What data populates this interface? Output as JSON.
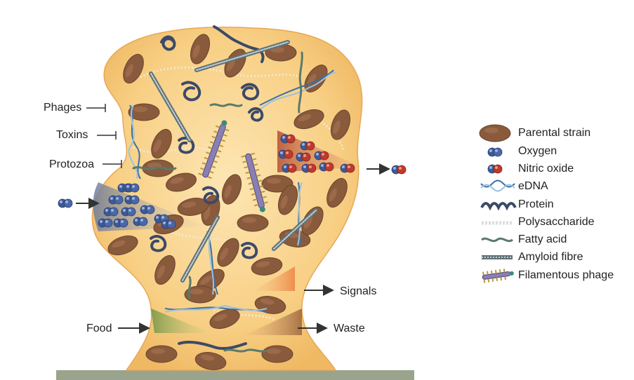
{
  "inhibitors": {
    "phages": "Phages",
    "toxins": "Toxins",
    "protozoa": "Protozoa"
  },
  "flows": {
    "food": "Food",
    "signals": "Signals",
    "waste": "Waste"
  },
  "legend": {
    "items": [
      {
        "label": "Parental strain",
        "icon": "brown-ellipse-icon"
      },
      {
        "label": "Oxygen",
        "icon": "oxygen-molecule-icon"
      },
      {
        "label": "Nitric oxide",
        "icon": "nitric-oxide-molecule-icon"
      },
      {
        "label": "eDNA",
        "icon": "double-helix-icon"
      },
      {
        "label": "Protein",
        "icon": "coiled-protein-icon"
      },
      {
        "label": "Polysaccharide",
        "icon": "bead-chain-icon"
      },
      {
        "label": "Fatty acid",
        "icon": "wavy-strand-icon"
      },
      {
        "label": "Amyloid fibre",
        "icon": "fibre-rod-icon"
      },
      {
        "label": "Filamentous phage",
        "icon": "filamentous-phage-icon"
      }
    ]
  },
  "colors": {
    "matrix": "#f6c878",
    "matrix_light": "#fbe7b8",
    "cell": "#8a5a3c",
    "oxygen": "#3c5a9a",
    "nitric_oxide_red": "#c0392b",
    "substratum": "#9aa48c"
  }
}
